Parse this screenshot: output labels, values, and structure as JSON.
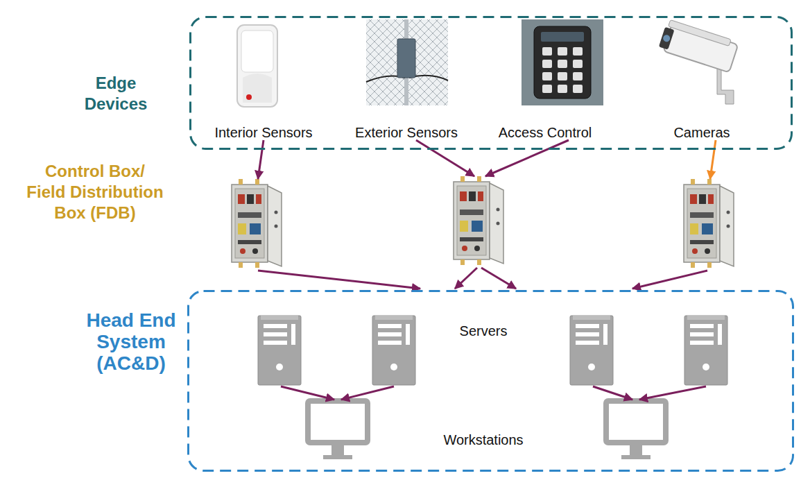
{
  "diagram": {
    "nodes": [
      {
        "text": [
          "Edge Devices"
        ]
      },
      {
        "text": [
          "Interior Sensors"
        ],
        "in": 0
      },
      {
        "text": [
          "Exterior Sensors"
        ],
        "in": 0
      },
      {
        "text": [
          "Access Control"
        ],
        "in": 0
      },
      {
        "text": [
          "Cameras"
        ],
        "in": 0
      },
      {
        "text": [
          "Head End System (AC&D)"
        ]
      }
    ],
    "labels": [
      "Control Box/ Field Distribution Box (FDB)",
      "Servers",
      "Workstations"
    ]
  }
}
